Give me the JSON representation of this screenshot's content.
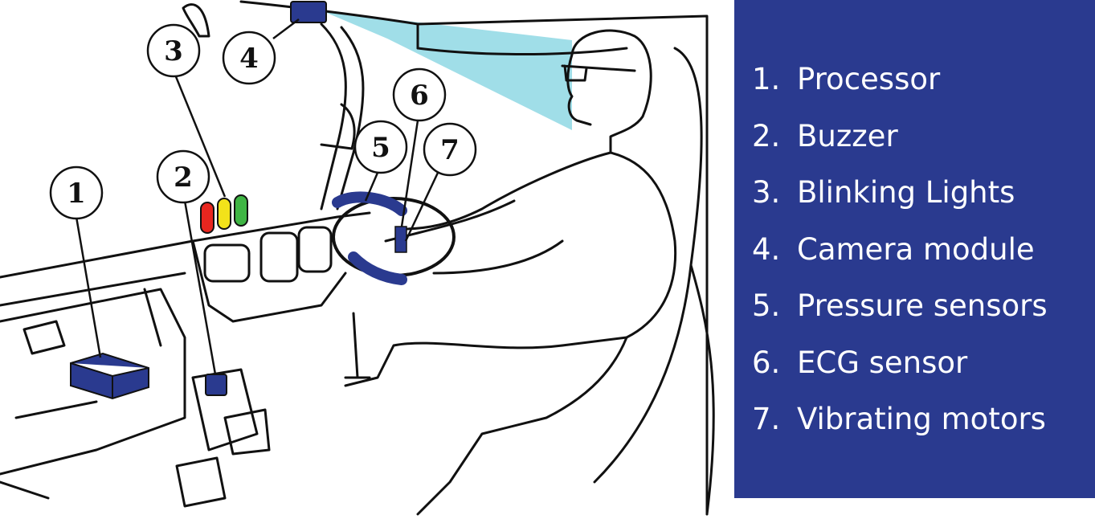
{
  "callouts": [
    "1",
    "2",
    "3",
    "4",
    "5",
    "6",
    "7"
  ],
  "legend": [
    {
      "num": "1.",
      "label": "Processor"
    },
    {
      "num": "2.",
      "label": "Buzzer"
    },
    {
      "num": "3.",
      "label": "Blinking Lights"
    },
    {
      "num": "4.",
      "label": "Camera module"
    },
    {
      "num": "5.",
      "label": "Pressure sensors"
    },
    {
      "num": "6.",
      "label": "ECG sensor"
    },
    {
      "num": "7.",
      "label": "Vibrating motors"
    }
  ],
  "colors": {
    "legend_bg": "#2a3a8f",
    "device": "#2a3a8f",
    "camera_beam": "#8fd8e4",
    "light_red": "#e8261f",
    "light_yellow": "#f2e21a",
    "light_green": "#3fb544"
  }
}
